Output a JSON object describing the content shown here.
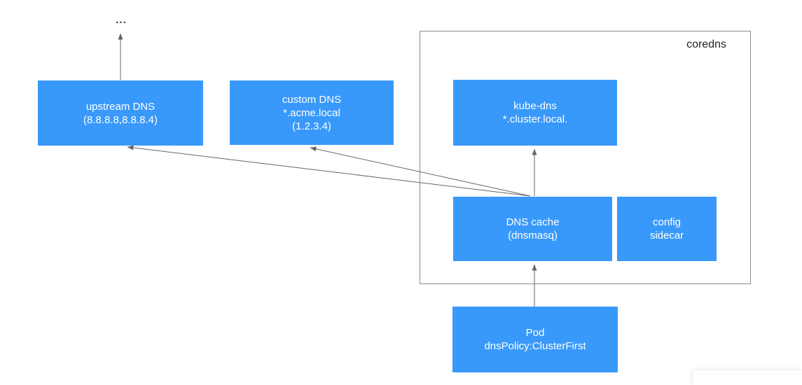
{
  "diagram": {
    "type": "architecture-diagram",
    "topic": "Kubernetes coredns / kube-dns resolution flow",
    "colors": {
      "node_fill": "#3899fa",
      "node_text": "#ffffff",
      "arrow": "#666666",
      "container_border": "#8c8c8c",
      "container_label_text": "#222222",
      "background": "#ffffff"
    },
    "container": {
      "label": "coredns"
    },
    "ellipsis_label": "...",
    "nodes": {
      "upstream_dns": {
        "line1": "upstream DNS",
        "line2": "(8.8.8.8,8.8.8.4)"
      },
      "custom_dns": {
        "line1": "custom DNS",
        "line2": "*.acme.local",
        "line3": "(1.2.3.4)"
      },
      "kube_dns": {
        "line1": "kube-dns",
        "line2": "*.cluster.local."
      },
      "dns_cache": {
        "line1": "DNS cache",
        "line2": "(dnsmasq)"
      },
      "config_sidecar": {
        "line1": "config",
        "line2": "sidecar"
      },
      "pod": {
        "line1": "Pod",
        "line2": "dnsPolicy:ClusterFirst"
      }
    },
    "edges": [
      {
        "from": "upstream_dns",
        "to": "ellipsis",
        "direction": "up"
      },
      {
        "from": "dns_cache",
        "to": "upstream_dns",
        "direction": "up-left"
      },
      {
        "from": "dns_cache",
        "to": "custom_dns",
        "direction": "up-left"
      },
      {
        "from": "dns_cache",
        "to": "kube_dns",
        "direction": "up"
      },
      {
        "from": "pod",
        "to": "dns_cache",
        "direction": "up"
      }
    ]
  }
}
